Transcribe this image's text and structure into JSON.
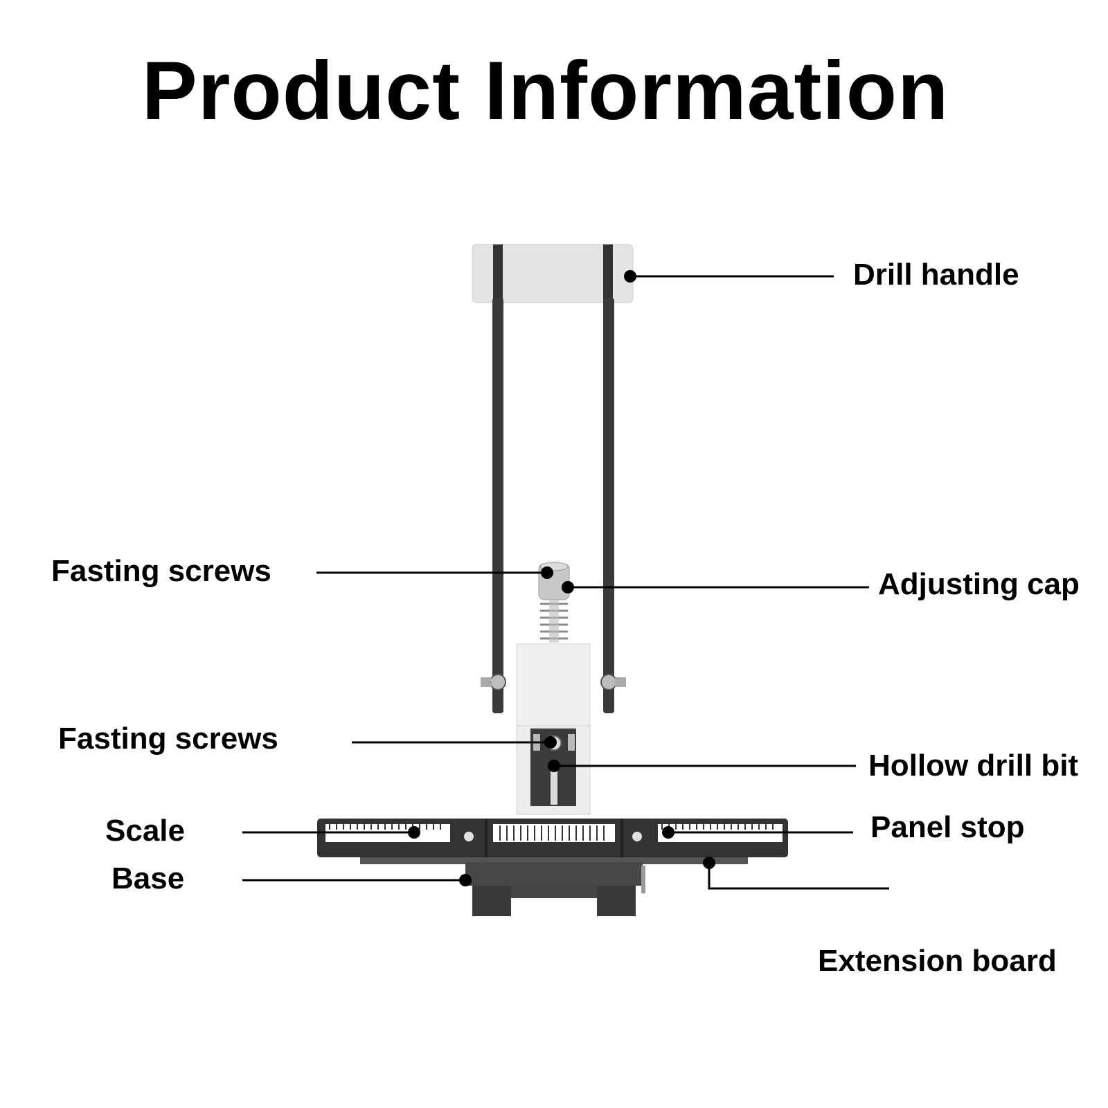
{
  "title": "Product Information",
  "labels": {
    "drill_handle": "Drill handle",
    "fasting_screws_top": "Fasting screws",
    "adjusting_cap": "Adjusting cap",
    "fasting_screws_bottom": "Fasting screws",
    "hollow_drill_bit": "Hollow drill bit",
    "scale": "Scale",
    "panel_stop": "Panel stop",
    "base": "Base",
    "extension_board": "Extension board"
  },
  "colors": {
    "text": "#000000",
    "dark_metal": "#3a3a3a",
    "light_part": "#e6e6e6",
    "steel": "#c4c4c4"
  }
}
